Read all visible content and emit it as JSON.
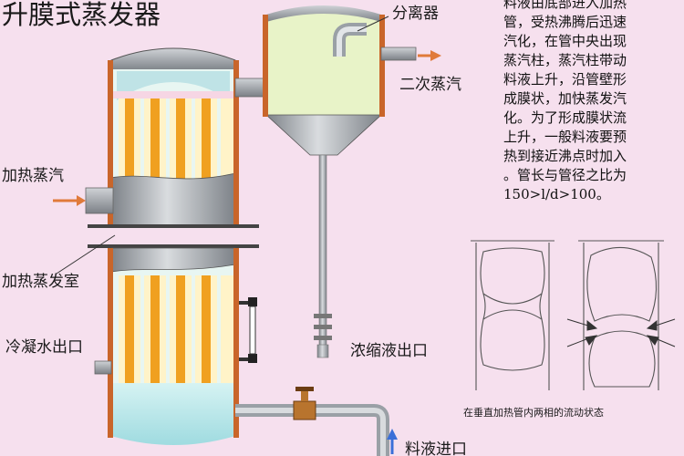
{
  "title": "升膜式蒸发器",
  "labels": {
    "separator": "分离器",
    "secondary_steam": "二次蒸汽",
    "heating_steam": "加热蒸汽",
    "heating_chamber": "加热蒸发室",
    "condensate_outlet": "冷凝水出口",
    "concentrate_outlet": "浓缩液出口",
    "feed_inlet": "料液进口"
  },
  "description": [
    "料液由底部进入加热",
    "管，受热沸腾后迅速",
    "汽化，在管中央出现",
    "蒸汽柱，蒸汽柱带动",
    "料液上升，沿管壁形",
    "成膜状，加快蒸发汽",
    "化。为了形成膜状流",
    "上升，一般料液要预",
    "热到接近沸点时加入",
    "。管长与管径之比为",
    "150>l/d>100。"
  ],
  "flow_caption": "在垂直加热管内两相的流动状态",
  "colors": {
    "background": "#f6e0ee",
    "shell": "#9aa0a6",
    "wall": "#c9652a",
    "tube": "#f0a020",
    "liquid": "#bfe8ea",
    "separator": "#e8f3c8",
    "arrow": "#e07a3a",
    "feed_arrow": "#3a6fd8"
  }
}
